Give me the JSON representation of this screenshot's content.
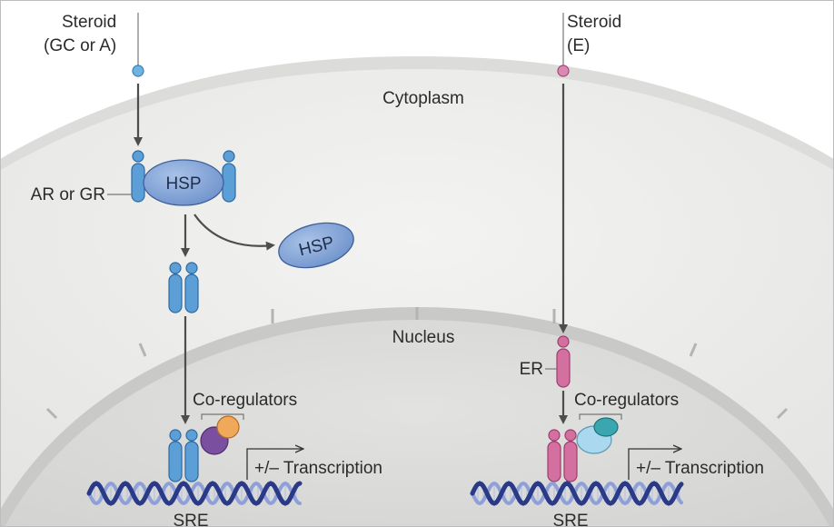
{
  "labels": {
    "steroid_left": "Steroid",
    "steroid_left_sub": "(GC or A)",
    "steroid_right": "Steroid",
    "steroid_right_sub": "(E)",
    "cytoplasm": "Cytoplasm",
    "nucleus": "Nucleus",
    "receptor_left": "AR or GR",
    "receptor_right": "ER",
    "hsp_bound": "HSP",
    "hsp_released": "HSP",
    "coregulators_left": "Co-regulators",
    "coregulators_right": "Co-regulators",
    "transcription_left": "+/–  Transcription",
    "transcription_right": "+/–  Transcription",
    "sre_left": "SRE",
    "sre_right": "SRE"
  },
  "colors": {
    "receptor_blue": "#5b9fd6",
    "receptor_pink": "#d4709f",
    "hsp": "#7ea2d6",
    "coregulator_purple": "#7a4fa0",
    "coregulator_orange": "#f0a85a",
    "coregulator_lightblue": "#a9d8ef",
    "coregulator_teal": "#3aa7b0",
    "dna_dark": "#2a3a86",
    "dna_light": "#8fa0d8"
  }
}
